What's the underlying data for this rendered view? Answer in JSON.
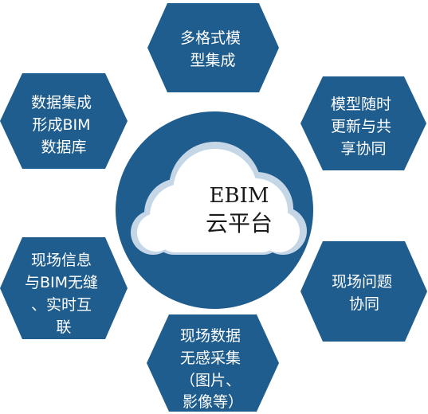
{
  "center": {
    "line1": "EBIM",
    "line2": "云平台"
  },
  "nodes": {
    "top": {
      "lines": [
        "多格式模",
        "型集成"
      ]
    },
    "top_left": {
      "lines": [
        "数据集成",
        "形成BIM",
        "数据库"
      ]
    },
    "top_right": {
      "lines": [
        "模型随时",
        "更新与共",
        "享协同"
      ]
    },
    "bottom_left": {
      "lines": [
        "现场信息",
        "与BIM无缝",
        "、实时互",
        "联"
      ]
    },
    "bottom_right": {
      "lines": [
        "现场问题",
        "协同"
      ]
    },
    "bottom": {
      "lines": [
        "现场数据",
        "无感采集",
        "（图片、",
        "影像等）"
      ]
    }
  },
  "colors": {
    "hexagon": "#1f5d8e",
    "center_ring": "#1f5d8e",
    "cloud": "#ffffff",
    "text_light": "#ffffff",
    "text_dark": "#1a1a1a"
  }
}
